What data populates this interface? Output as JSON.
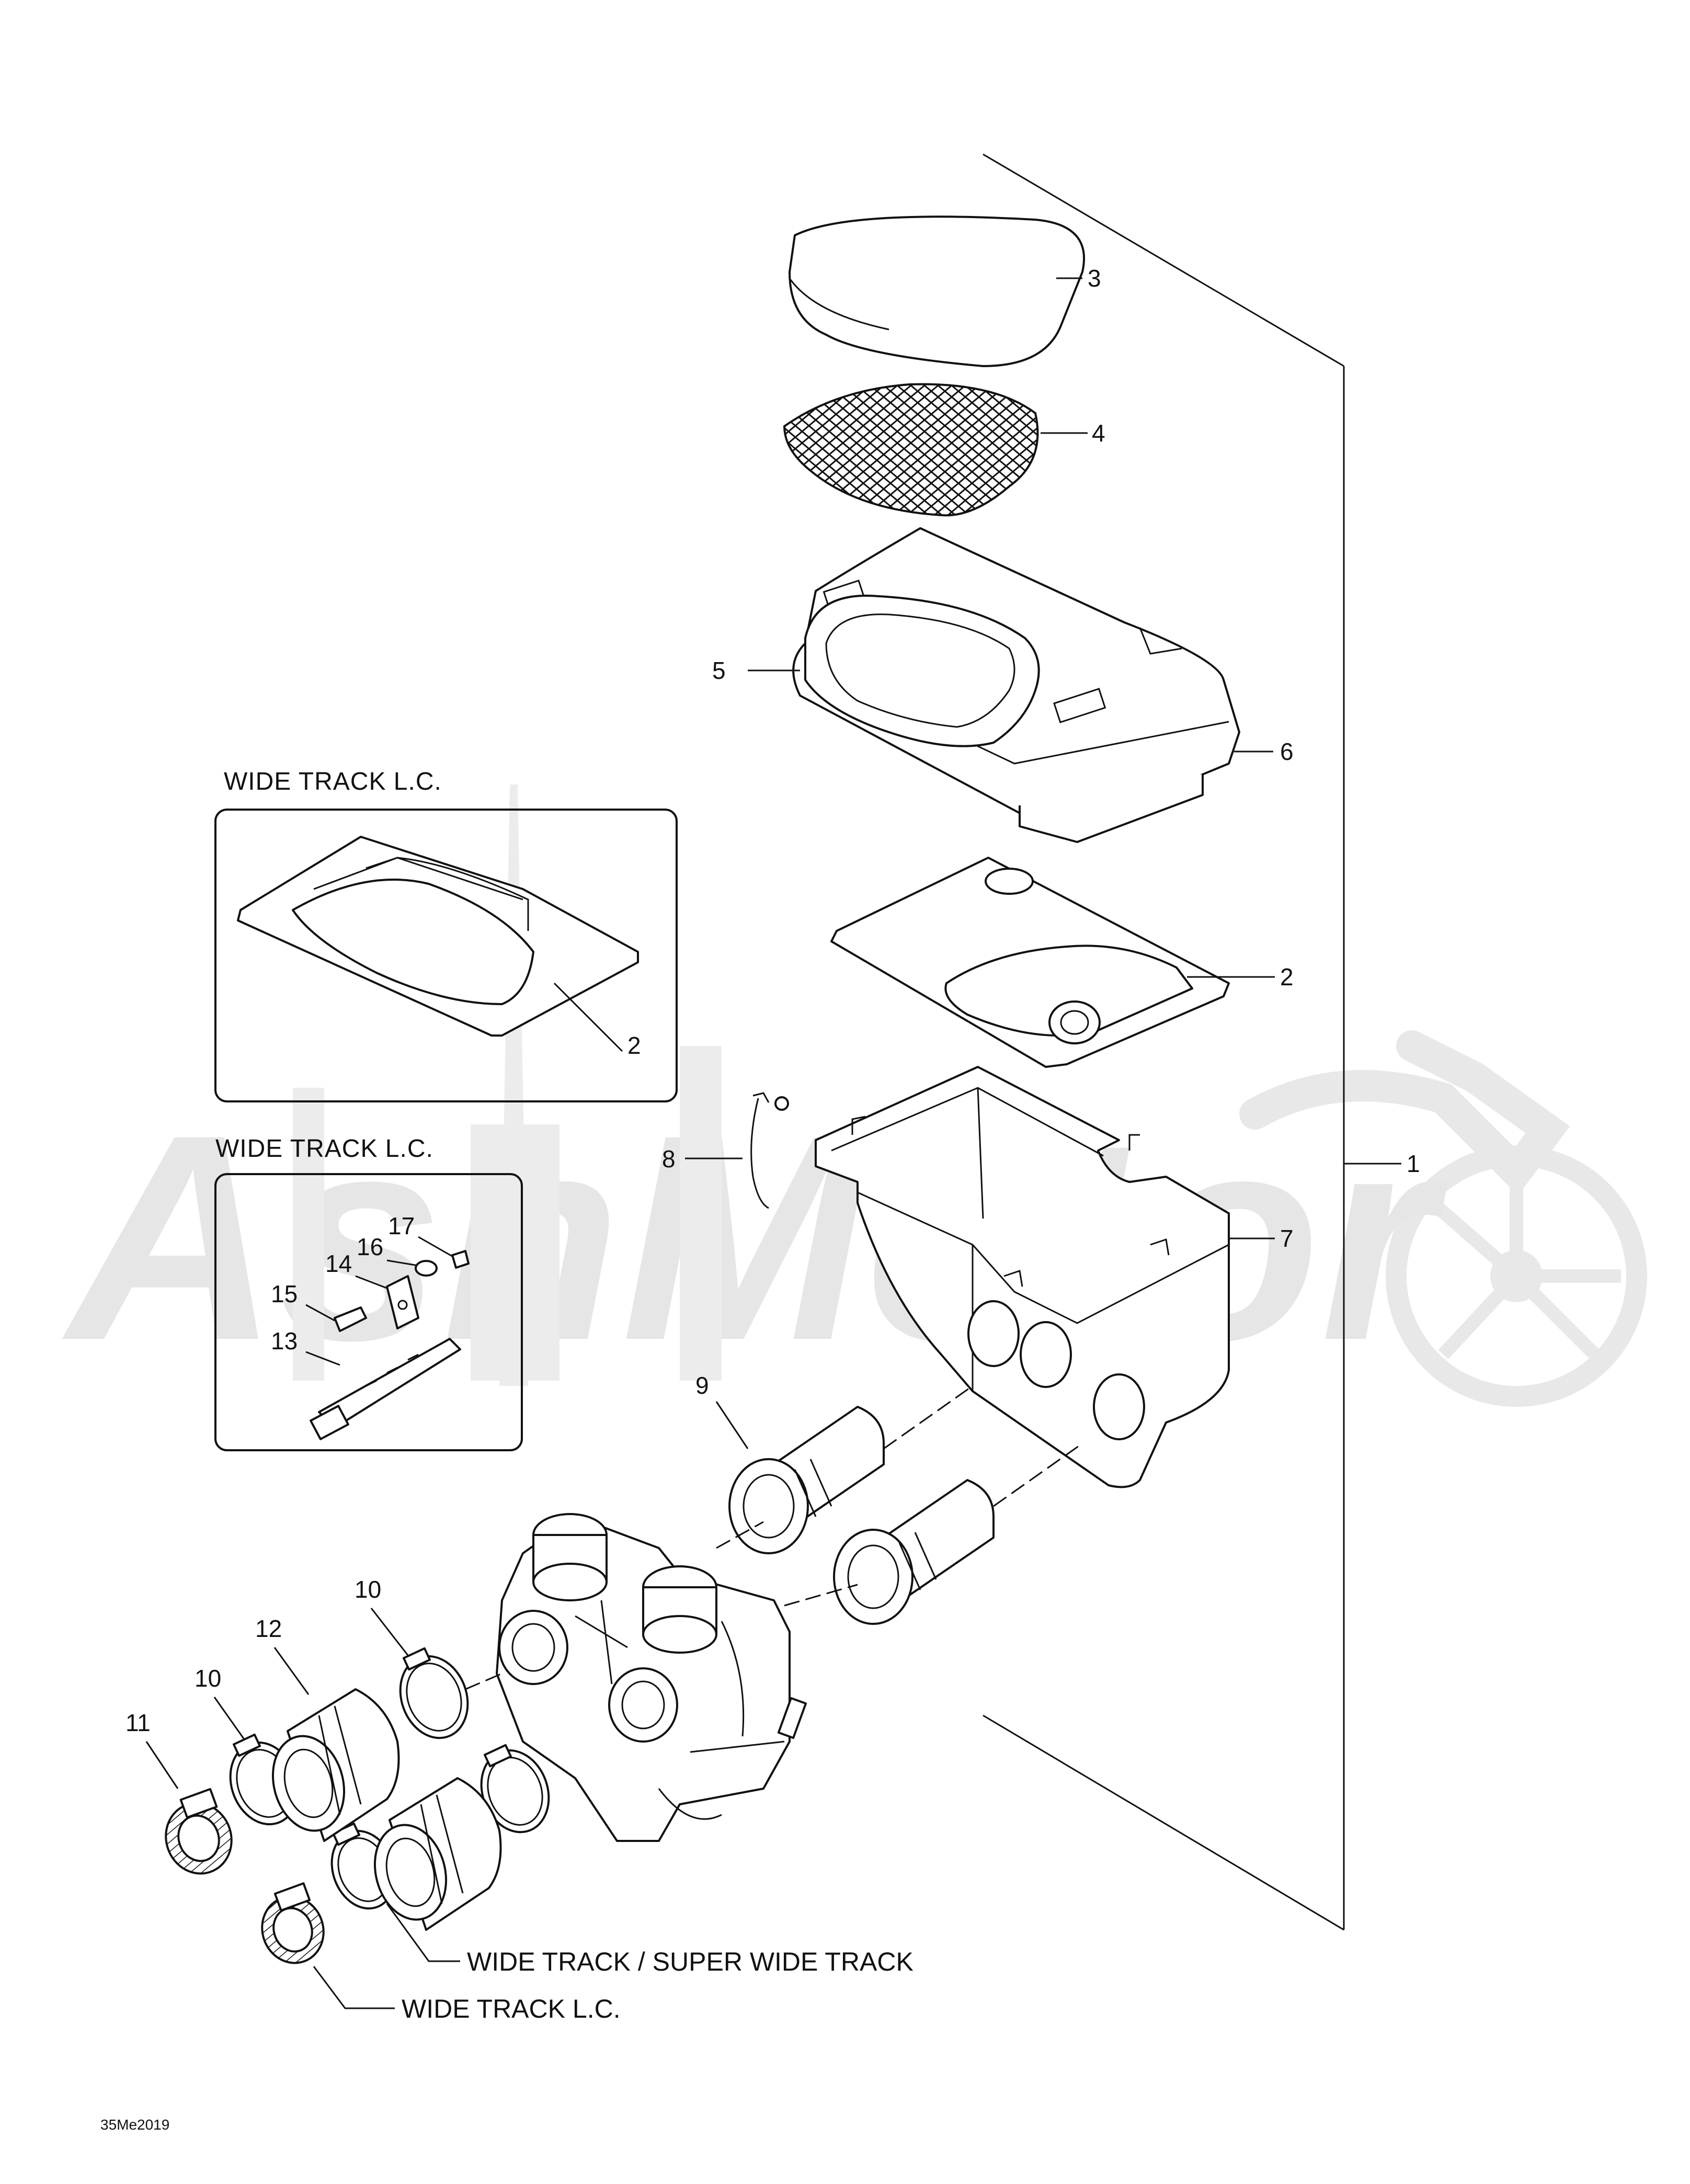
{
  "diagram": {
    "watermark_text": "AshMotor",
    "section_titles": [
      "WIDE TRACK L.C.",
      "WIDE TRACK L.C."
    ],
    "variant_labels": {
      "wide_super": "WIDE TRACK / SUPER WIDE TRACK",
      "wide_lc": "WIDE TRACK L.C."
    },
    "callouts": {
      "c1": "1",
      "c2_main": "2",
      "c2_inset": "2",
      "c3": "3",
      "c4": "4",
      "c5": "5",
      "c6": "6",
      "c7": "7",
      "c8": "8",
      "c9": "9",
      "c10_a": "10",
      "c10_b": "10",
      "c11": "11",
      "c12": "12",
      "c13": "13",
      "c14": "14",
      "c15": "15",
      "c16": "16",
      "c17": "17"
    },
    "figure_code": "35Me2019"
  }
}
